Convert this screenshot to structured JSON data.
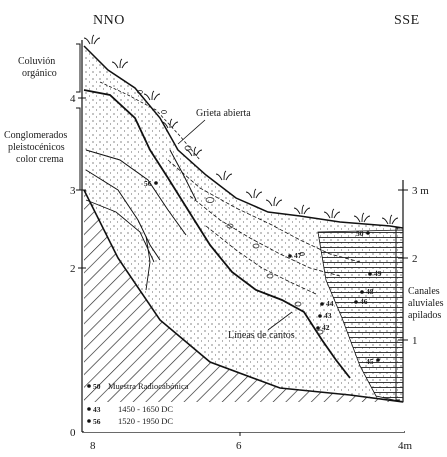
{
  "directions": {
    "left": "NNO",
    "right": "SSE"
  },
  "left_axis": {
    "ticks": [
      "4",
      "3",
      "2",
      "0"
    ]
  },
  "bottom_axis": {
    "ticks": [
      "8",
      "6",
      "4m"
    ]
  },
  "right_axis": {
    "ticks": [
      "3 m",
      "2",
      "1"
    ]
  },
  "units": [
    {
      "id": "coluvion",
      "lines": [
        "Coluvión",
        "orgánico"
      ]
    },
    {
      "id": "conglomerados",
      "lines": [
        "Conglomerados",
        "pleistocénicos",
        "color crema"
      ]
    },
    {
      "id": "canales",
      "lines": [
        "Canales",
        "aluviales",
        "apilados"
      ]
    }
  ],
  "annotations": {
    "grieta": "Grieta abierta",
    "lineas": "Líneas de cantos"
  },
  "samples": [
    {
      "id": "50",
      "label": "50"
    },
    {
      "id": "47",
      "label": "47"
    },
    {
      "id": "49",
      "label": "49"
    },
    {
      "id": "48",
      "label": "48"
    },
    {
      "id": "46",
      "label": "46"
    },
    {
      "id": "44",
      "label": "44"
    },
    {
      "id": "43",
      "label": "43"
    },
    {
      "id": "42",
      "label": "42"
    },
    {
      "id": "45",
      "label": "45"
    },
    {
      "id": "56",
      "label": "56"
    }
  ],
  "legend": {
    "items": [
      {
        "num": "50",
        "text": "Muestra Radiocabónica"
      },
      {
        "num": "43",
        "text": "1450 - 1650 DC"
      },
      {
        "num": "56",
        "text": "1520 - 1950 DC"
      }
    ]
  }
}
